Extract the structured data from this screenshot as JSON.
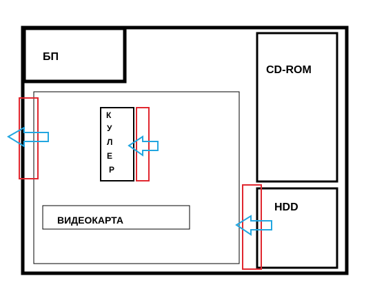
{
  "components": {
    "psu": "БП",
    "cdrom": "CD-ROM",
    "hdd": "HDD",
    "gpu": "ВИДЕОКАРТА",
    "cooler_letters": [
      "К",
      "У",
      "Л",
      "Е",
      "Р"
    ]
  },
  "colors": {
    "outline": "#000000",
    "highlight": "#e0262e",
    "arrow": "#22a6e0"
  },
  "icons": {
    "airflow": "left-arrow-icon"
  }
}
